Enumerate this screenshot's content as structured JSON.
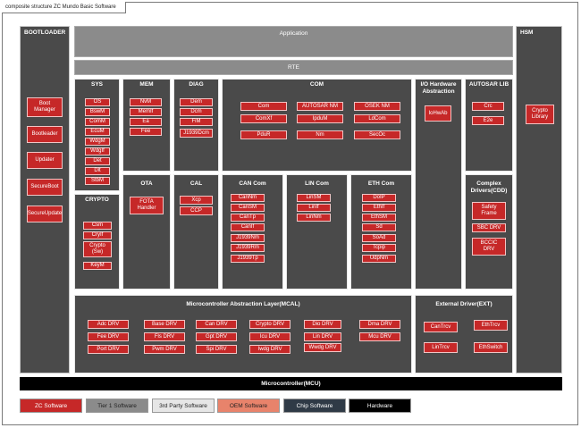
{
  "diagram_title": "composite structure ZC Mundo Basic Software",
  "bootloader": {
    "title": "BOOTLOADER",
    "modules": [
      "Boot\nManager",
      "Bootleader",
      "Updater",
      "SecureBoot",
      "SecureUpdate"
    ]
  },
  "hsm": {
    "title": "HSM",
    "modules": [
      "Crypto\nLibrary"
    ]
  },
  "application": "Application",
  "rte": "RTE",
  "sys": {
    "title": "SYS",
    "modules": [
      "OS",
      "BswM",
      "ComM",
      "EcuM",
      "WdgM",
      "WdgIf",
      "Det",
      "Dlt",
      "StbM"
    ]
  },
  "mem": {
    "title": "MEM",
    "modules": [
      "NvM",
      "MemIf",
      "Ea",
      "Fee"
    ]
  },
  "diag": {
    "title": "DIAG",
    "modules": [
      "Dem",
      "Dcm",
      "FiM",
      "J1939Dcm"
    ]
  },
  "com": {
    "title": "COM",
    "modules": [
      "Com",
      "AUTOSAR NM",
      "OSEK NM",
      "ComXf",
      "IpduM",
      "LdCom",
      "PduR",
      "Nm",
      "SecOc"
    ]
  },
  "io": {
    "title": "I/O Hardware\nAbstraction",
    "modules": [
      "IoHwAb"
    ]
  },
  "autosar_lib": {
    "title": "AUTOSAR LIB",
    "modules": [
      "Crc",
      "E2e"
    ]
  },
  "crypto": {
    "title": "CRYPTO",
    "modules": [
      "Csm",
      "CryIf",
      "Crypto\n(Sw)",
      "KeyM"
    ]
  },
  "ota": {
    "title": "OTA",
    "modules": [
      "FOTA\nHandler"
    ]
  },
  "cal": {
    "title": "CAL",
    "modules": [
      "Xcp",
      "CCP"
    ]
  },
  "can_com": {
    "title": "CAN Com",
    "modules": [
      "CanNm",
      "CanSM",
      "CanTp",
      "CanIf",
      "J1939Nm",
      "J1939Rm",
      "J1939Tp"
    ]
  },
  "lin_com": {
    "title": "LIN Com",
    "modules": [
      "LinSM",
      "LinIf",
      "LinNm"
    ]
  },
  "eth_com": {
    "title": "ETH Com",
    "modules": [
      "DoIP",
      "EthIf",
      "EthSM",
      "Sd",
      "SoAd",
      "Tcpip",
      "UdpNm"
    ]
  },
  "complex": {
    "title": "Complex\nDrivers(CDD)",
    "modules": [
      "Safety\nFrame",
      "SBC DRV",
      "BCCIC\nDRV"
    ]
  },
  "mcal": {
    "title": "Microcontroller Abstraction Layer(MCAL)",
    "modules": [
      "Adc DRV",
      "Base DRV",
      "Can DRV",
      "Crypto DRV",
      "Dio DRV",
      "Dma DRV",
      "Fee DRV",
      "Fls DRV",
      "Gpt DRV",
      "Icu DRV",
      "Lin DRV",
      "Mcu DRV",
      "Port DRV",
      "Pwm DRV",
      "Spi DRV",
      "Iwdg DRV",
      "Wwdg DRV"
    ]
  },
  "ext": {
    "title": "External Driver(EXT)",
    "modules": [
      "CanTrcv",
      "EthTrcv",
      "LinTrcv",
      "EthSwitch"
    ]
  },
  "mcu": "Microcontroller(MCU)",
  "legend": [
    {
      "label": "ZC Software",
      "color": "#c62828",
      "text": "#ffffff"
    },
    {
      "label": "Tier 1 Software",
      "color": "#8b8b8b",
      "text": "#222222"
    },
    {
      "label": "3rd Party Software",
      "color": "#e6e6e6",
      "text": "#222222"
    },
    {
      "label": "OEM Software",
      "color": "#e8836b",
      "text": "#222222"
    },
    {
      "label": "Chip Software",
      "color": "#2f3a46",
      "text": "#ffffff"
    },
    {
      "label": "Hardware",
      "color": "#000000",
      "text": "#ffffff"
    }
  ]
}
